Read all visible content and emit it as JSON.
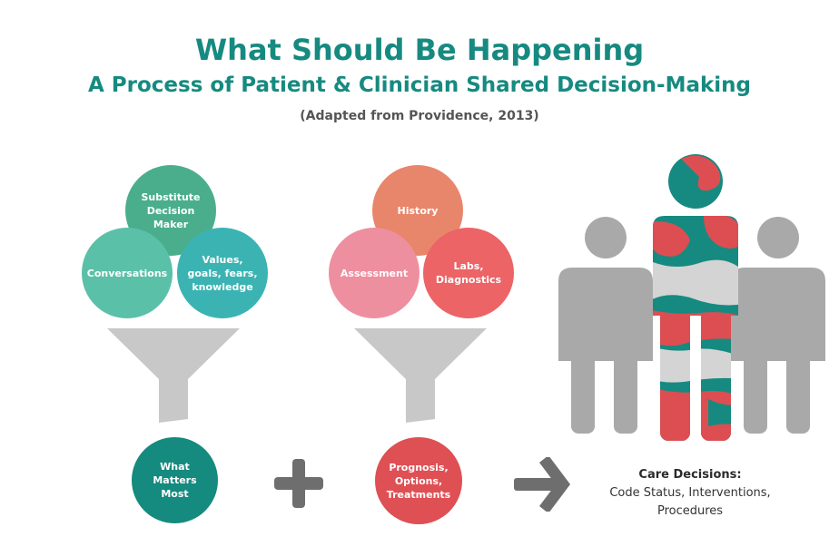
{
  "header": {
    "title": "What Should Be Happening",
    "subtitle": "A Process of Patient & Clinician Shared Decision-Making",
    "source": "(Adapted from Providence, 2013)"
  },
  "patient_group": {
    "circles": [
      {
        "label": "Substitute Decision Maker",
        "color": "#4aae8c"
      },
      {
        "label": "Conversations",
        "color": "#5bc0a8"
      },
      {
        "label": "Values, goals, fears, knowledge",
        "color": "#3bb3b3"
      }
    ],
    "result": {
      "label": "What Matters Most",
      "color": "#158a7f"
    }
  },
  "clinician_group": {
    "circles": [
      {
        "label": "History",
        "color": "#e8866b"
      },
      {
        "label": "Assessment",
        "color": "#ee8fa0"
      },
      {
        "label": "Labs, Diagnostics",
        "color": "#ec6466"
      }
    ],
    "result": {
      "label": "Prognosis, Options, Treatments",
      "color": "#de5054"
    }
  },
  "operators": {
    "plus": "+",
    "arrow": "→",
    "color": "#6e6e6e"
  },
  "care_decisions": {
    "title": "Care Decisions:",
    "line1": "Code Status, Interventions,",
    "line2": "Procedures"
  },
  "colors": {
    "teal": "#168a80",
    "funnel_gray": "#c8c8c8",
    "person_gray": "#a9a9a9",
    "red": "#dc4e52",
    "light_gray": "#d4d4d4"
  }
}
